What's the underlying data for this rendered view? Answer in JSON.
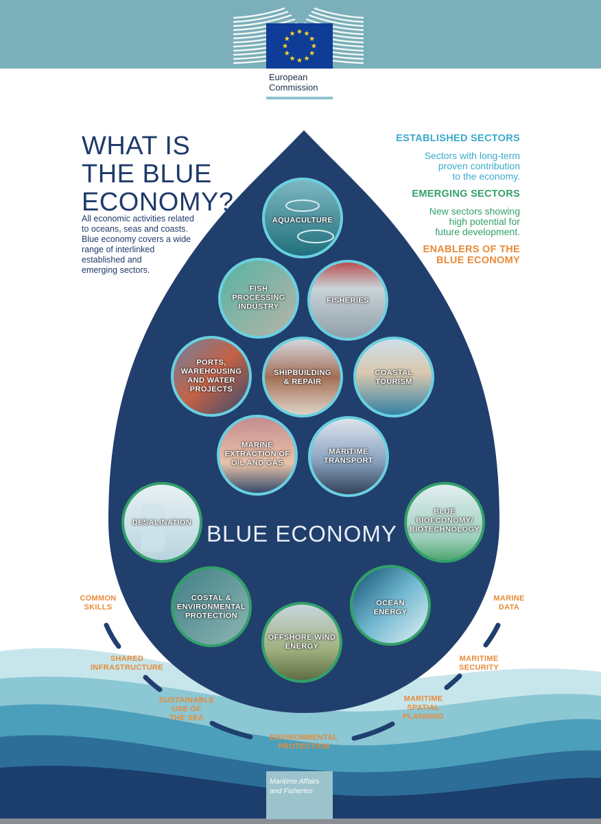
{
  "brand": {
    "name_line1": "European",
    "name_line2": "Commission",
    "eu_blue": "#0e3c96",
    "eu_gold": "#f5d22f"
  },
  "title": {
    "line1": "WHAT IS",
    "line2": "THE BLUE",
    "line3": "ECONOMY?"
  },
  "intro_lines": [
    "All economic activities related",
    "to oceans, seas and coasts.",
    "Blue economy covers a wide",
    "range of interlinked",
    "established and",
    "emerging sectors."
  ],
  "legend": {
    "established_title": "ESTABLISHED SECTORS",
    "established_desc": [
      "Sectors with long-term",
      "proven contribution",
      "to the economy."
    ],
    "emerging_title": "EMERGING SECTORS",
    "emerging_desc": [
      "New sectors showing",
      "high potential for",
      "future development."
    ],
    "enablers_title": [
      "ENABLERS OF THE",
      "BLUE ECONOMY"
    ]
  },
  "drop_title": "BLUE ECONOMY",
  "colors": {
    "drop": "#213f6c",
    "established_ring": "#6ad0e0",
    "emerging_ring": "#33a06a",
    "enabler": "#e88a37",
    "wave_light": "#a9d9e1",
    "wave_mid": "#4aa3bf",
    "wave_dark": "#1b3e6d"
  },
  "sectors": {
    "established": [
      {
        "lines": [
          "AQUACULTURE"
        ],
        "icon": "fish-farm-pens-photo"
      },
      {
        "lines": [
          "FISH",
          "PROCESSING",
          "INDUSTRY"
        ],
        "icon": "fish-processing-photo"
      },
      {
        "lines": [
          "FISHERIES"
        ],
        "icon": "fish-catch-photo"
      },
      {
        "lines": [
          "PORTS,",
          "WAREHOUSING",
          "AND WATER",
          "PROJECTS"
        ],
        "icon": "port-containers-photo"
      },
      {
        "lines": [
          "SHIPBUILDING",
          "& REPAIR"
        ],
        "icon": "shipyard-photo"
      },
      {
        "lines": [
          "COASTAL",
          "TOURISM"
        ],
        "icon": "coastal-town-photo"
      },
      {
        "lines": [
          "MARINE",
          "EXTRACTION OF",
          "OIL AND GAS"
        ],
        "icon": "oil-rig-photo"
      },
      {
        "lines": [
          "MARITIME",
          "TRANSPORT"
        ],
        "icon": "cargo-ship-photo"
      }
    ],
    "emerging": [
      {
        "lines": [
          "DESALINATION"
        ],
        "icon": "water-glass-photo"
      },
      {
        "lines": [
          "BLUE",
          "BIOECONOMY/",
          "BIOTECHNOLOGY"
        ],
        "icon": "lab-test-tubes-photo"
      },
      {
        "lines": [
          "COSTAL &",
          "ENVIRONMENTAL",
          "PROTECTION"
        ],
        "icon": "fishing-net-photo"
      },
      {
        "lines": [
          "OCEAN",
          "ENERGY"
        ],
        "icon": "wave-photo"
      },
      {
        "lines": [
          "OFFSHORE WIND",
          "ENERGY"
        ],
        "icon": "wind-farm-photo"
      }
    ]
  },
  "enablers": [
    {
      "lines": [
        "COMMON",
        "SKILLS"
      ]
    },
    {
      "lines": [
        "SHARED",
        "INFRASTRUCTURE"
      ]
    },
    {
      "lines": [
        "SUSTAINABLE",
        "USE OF",
        "THE SEA"
      ]
    },
    {
      "lines": [
        "ENVIRONMENTAL",
        "PROTECTION"
      ]
    },
    {
      "lines": [
        "MARITIME",
        "SPATIAL",
        "PLANNING"
      ]
    },
    {
      "lines": [
        "MARITIME",
        "SECURITY"
      ]
    },
    {
      "lines": [
        "MARINE",
        "DATA"
      ]
    }
  ],
  "footer": {
    "line1": "Maritime Affairs",
    "line2": "and Fisheries"
  }
}
